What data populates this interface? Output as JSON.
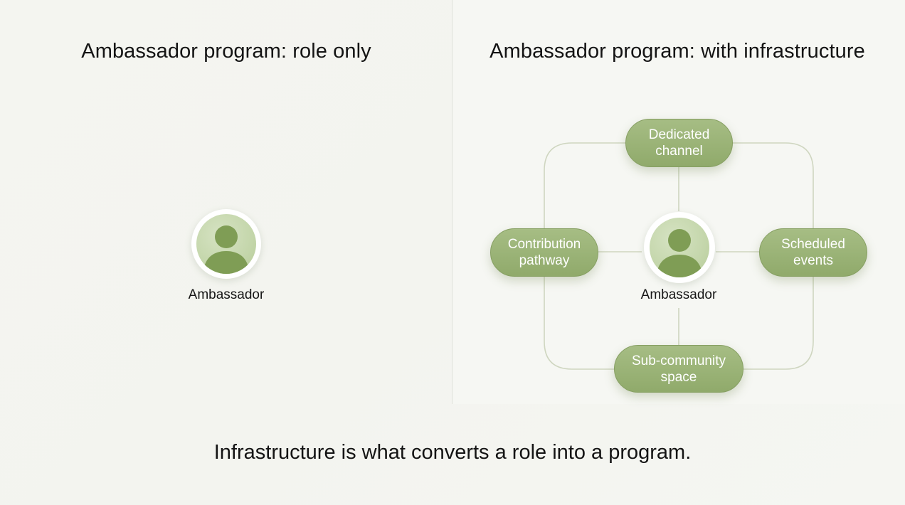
{
  "left_panel": {
    "title": "Ambassador program: role only",
    "avatar_label": "Ambassador"
  },
  "right_panel": {
    "title": "Ambassador program: with infrastructure",
    "avatar_label": "Ambassador",
    "nodes": {
      "top": "Dedicated\nchannel",
      "left": "Contribution\npathway",
      "right": "Scheduled\nevents",
      "bottom": "Sub-community\nspace"
    }
  },
  "caption": "Infrastructure is what converts a role into a program.",
  "colors": {
    "pill": "#9bb477",
    "pill_border": "#869f62",
    "avatar_bg": "#c4d6ab",
    "avatar_figure": "#7f9d55",
    "connector": "#cfd6c0"
  }
}
